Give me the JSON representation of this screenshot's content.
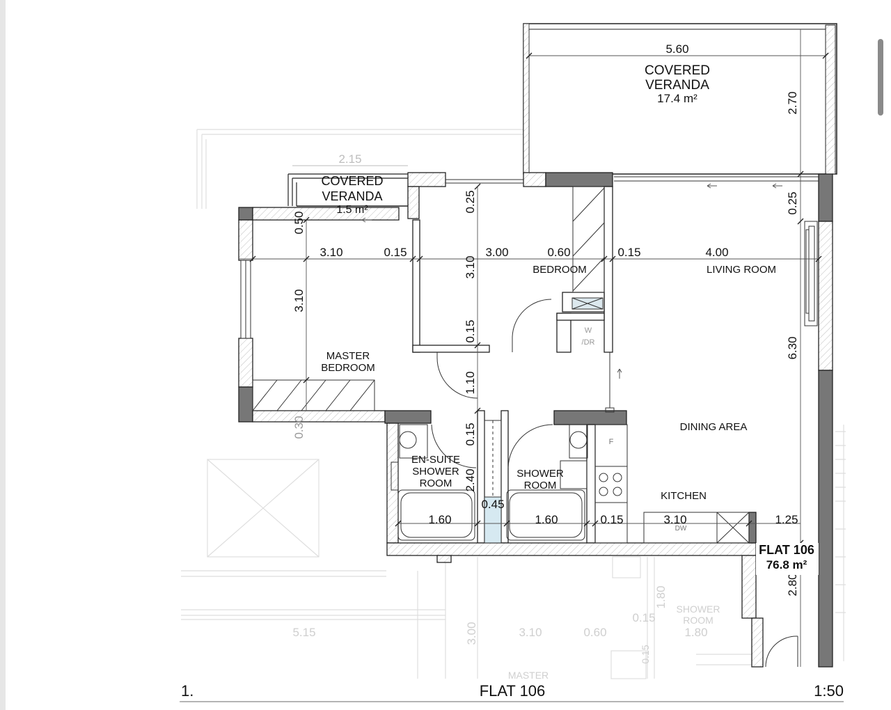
{
  "plan": {
    "title": "FLAT 106",
    "sheet_number": "1.",
    "scale": "1:50",
    "flat_label": "FLAT 106",
    "flat_area": "76.8 m²"
  },
  "rooms": {
    "covered_veranda_big": {
      "line1": "COVERED",
      "line2": "VERANDA",
      "area": "17.4 m²"
    },
    "covered_veranda_small": {
      "line1": "COVERED",
      "line2": "VERANDA",
      "area": "1.5 m²"
    },
    "bedroom": "BEDROOM",
    "living_room": "LIVING ROOM",
    "master_bedroom": {
      "line1": "MASTER",
      "line2": "BEDROOM"
    },
    "dining_area": "DINING AREA",
    "kitchen": "KITCHEN",
    "ensuite": {
      "line1": "EN-SUITE",
      "line2": "SHOWER",
      "line3": "ROOM"
    },
    "shower_room": {
      "line1": "SHOWER",
      "line2": "ROOM"
    },
    "wardrobe": {
      "line1": "W",
      "line2": "/DR"
    },
    "fridge": "F",
    "dishwasher": "DW"
  },
  "dimensions": {
    "veranda_width": "5.60",
    "veranda_depth": "2.70",
    "small_veranda_width": "2.15",
    "wall_top_right": "0.25",
    "wall_top_bedroom": "0.25",
    "master_wall": "0.50",
    "master_width": "3.10",
    "partition_1": "0.15",
    "bedroom_width": "3.00",
    "wardrobe_depth": "0.60",
    "partition_2": "0.15",
    "living_width": "4.00",
    "master_depth": "3.10",
    "bedroom_depth": "3.10",
    "bedroom_wall": "0.15",
    "corridor": "1.10",
    "shower_wall": "0.15",
    "shower_depth": "2.40",
    "duct": "0.45",
    "ensuite_width": "1.60",
    "shower_width": "1.60",
    "kitchen_wall": "0.15",
    "kitchen_width": "3.10",
    "living_right": "1.25",
    "living_depth": "6.30",
    "lower_depth": "2.80",
    "master_bottom_wall": "0.30"
  },
  "faded_below": {
    "dim_1": "5.15",
    "dim_2": "3.00",
    "dim_3": "3.10",
    "dim_4": "0.60",
    "dim_5": "1.80",
    "dim_6": "0.15",
    "dim_7": "1.80",
    "dim_8": "0.15",
    "shower_line1": "SHOWER",
    "shower_line2": "ROOM",
    "master": "MASTER"
  }
}
